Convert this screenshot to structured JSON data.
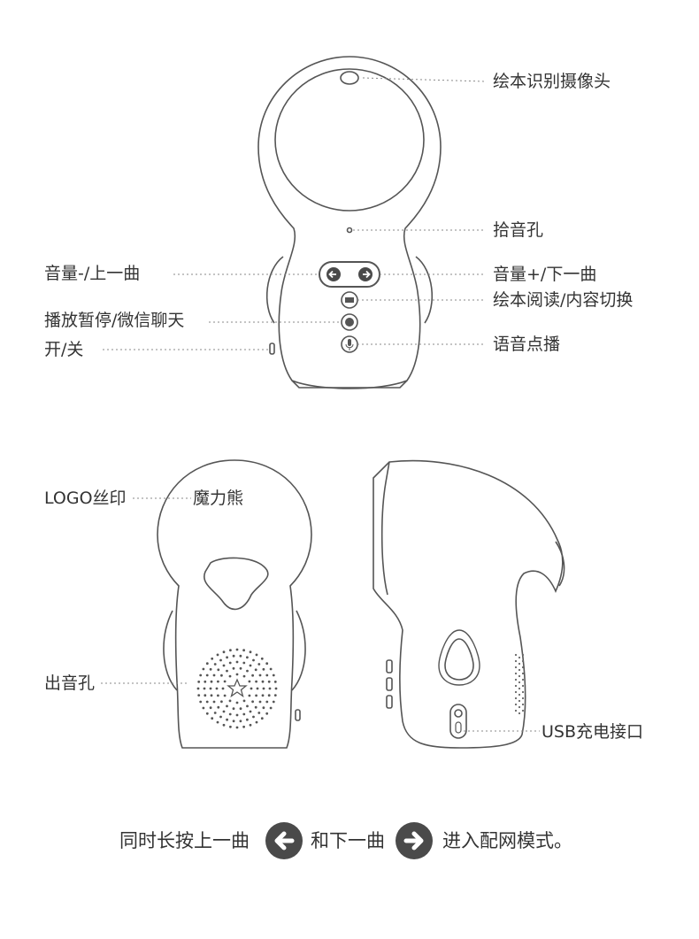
{
  "labels": {
    "camera": "绘本识别摄像头",
    "mic": "拾音孔",
    "volume_down": "音量-/上一曲",
    "volume_up": "音量+/下一曲",
    "reading": "绘本阅读/内容切换",
    "play_pause": "播放暂停/微信聊天",
    "voice": "语音点播",
    "power": "开/关",
    "logo": "LOGO丝印",
    "brand": "魔力熊",
    "speaker": "出音孔",
    "usb": "USB充电接口"
  },
  "footer": {
    "part1": "同时长按上一曲",
    "part2": "和下一曲",
    "part3": "进入配网模式。"
  },
  "icons": {
    "prev": "left-arrow-icon",
    "next": "right-arrow-icon"
  },
  "colors": {
    "line": "#555555",
    "leader": "#888888",
    "text": "#333333",
    "icon_fill": "#4a4a4a"
  }
}
